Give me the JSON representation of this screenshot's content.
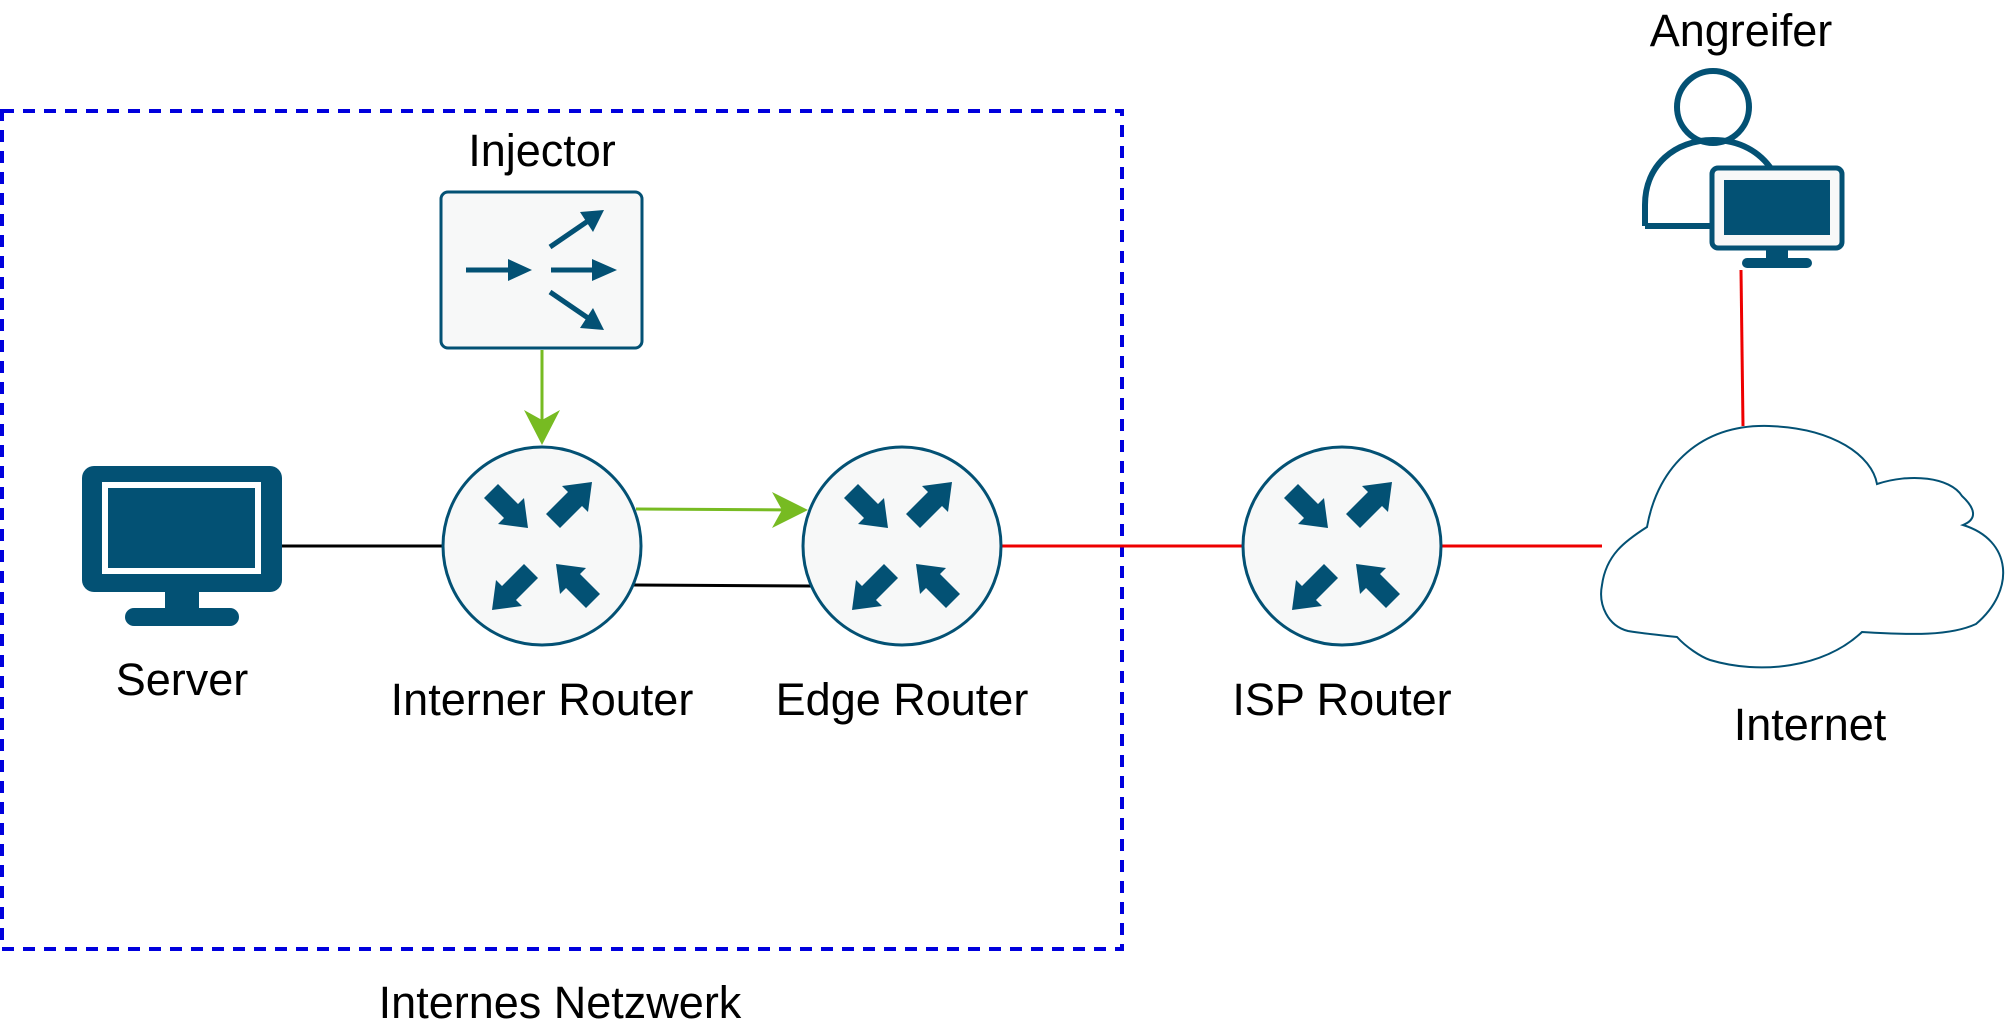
{
  "labels": {
    "internal_network": "Internes Netzwerk",
    "injector": "Injector",
    "server": "Server",
    "internal_router": "Interner Router",
    "edge_router": "Edge Router",
    "isp_router": "ISP Router",
    "internet": "Internet",
    "attacker": "Angreifer"
  },
  "icons": {
    "server": "monitor-icon",
    "injector": "traffic-splitter-icon",
    "router": "router-icon",
    "internet": "cloud-icon",
    "attacker": "user-with-computer-icon"
  },
  "colors": {
    "device": "#035174",
    "device_fill": "#f7f8f8",
    "boundary": "#0000dd",
    "injected_traffic": "#77bb22",
    "internal_link": "#000000",
    "external_link": "#ee0000"
  }
}
